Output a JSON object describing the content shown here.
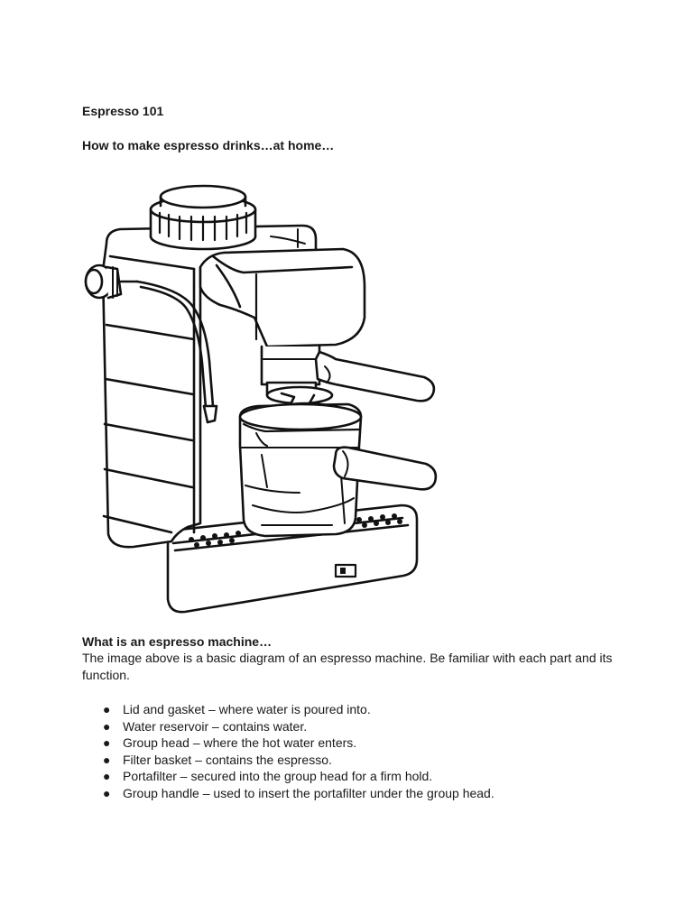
{
  "document": {
    "title": "Espresso 101",
    "subtitle": "How to make espresso drinks…at home…",
    "section": {
      "heading": "What is an espresso machine…",
      "body": "The image above is a basic diagram of an espresso machine. Be familiar with each part and its function."
    },
    "parts": [
      {
        "text": "Lid and gasket – where water is poured into."
      },
      {
        "text": "Water reservoir – contains water."
      },
      {
        "text": "Group head – where the hot water enters."
      },
      {
        "text": "Filter basket – contains the espresso."
      },
      {
        "text": "Portafilter – secured into the group head for a firm hold."
      },
      {
        "text": "Group handle – used to insert the portafilter under the group head."
      }
    ],
    "bullet_glyph": "●"
  },
  "figure": {
    "icon": "espresso-machine-diagram",
    "line_color": "#111111"
  }
}
